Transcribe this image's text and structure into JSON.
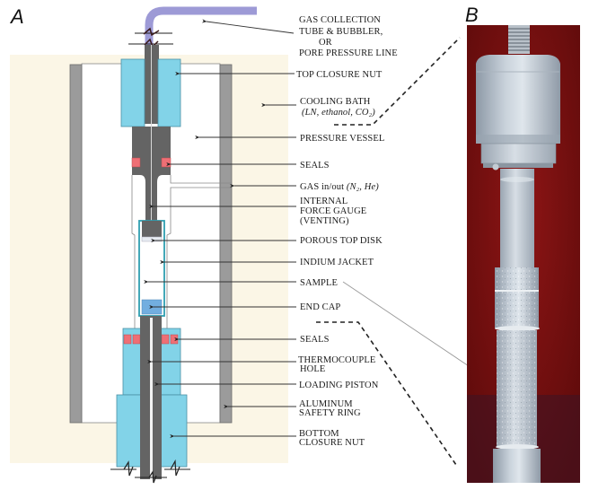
{
  "figure": {
    "panel_a_label": "A",
    "panel_b_label": "B",
    "colors": {
      "cooling_bath": "#fbf6e6",
      "closure_nut": "#82d3e8",
      "steel": "#646464",
      "safety_ring": "#9b9b9b",
      "seal": "#ef6f75",
      "end_cap": "#72aee0",
      "gas_tube": "#9d9ad6",
      "photo_background": "#7a1010"
    },
    "labels": [
      {
        "id": "gas-collection",
        "lines": [
          "GAS COLLECTION",
          "TUBE & BUBBLER,",
          "OR",
          "PORE PRESSURE LINE"
        ]
      },
      {
        "id": "top-closure-nut",
        "lines": [
          "TOP CLOSURE NUT"
        ]
      },
      {
        "id": "cooling-bath",
        "lines": [
          "COOLING BATH"
        ],
        "sub": "(LN, ethanol, CO₂)"
      },
      {
        "id": "pressure-vessel",
        "lines": [
          "PRESSURE VESSEL"
        ]
      },
      {
        "id": "seals-top",
        "lines": [
          "SEALS"
        ]
      },
      {
        "id": "gas-in-out",
        "lines": [
          "GAS in/out "
        ],
        "sub": "(N₂, He)"
      },
      {
        "id": "internal-force-gauge",
        "lines": [
          "INTERNAL",
          "FORCE GAUGE",
          "(VENTING)"
        ]
      },
      {
        "id": "porous-top-disk",
        "lines": [
          "POROUS TOP DISK"
        ]
      },
      {
        "id": "indium-jacket",
        "lines": [
          "INDIUM JACKET"
        ]
      },
      {
        "id": "sample",
        "lines": [
          "SAMPLE"
        ]
      },
      {
        "id": "end-cap",
        "lines": [
          "END CAP"
        ]
      },
      {
        "id": "seals-bottom",
        "lines": [
          "SEALS"
        ]
      },
      {
        "id": "thermocouple-hole",
        "lines": [
          "THERMOCOUPLE",
          "HOLE"
        ]
      },
      {
        "id": "loading-piston",
        "lines": [
          "LOADING PISTON"
        ]
      },
      {
        "id": "aluminum-safety-ring",
        "lines": [
          "ALUMINUM",
          "SAFETY RING"
        ]
      },
      {
        "id": "bottom-closure-nut",
        "lines": [
          "BOTTOM",
          "CLOSURE NUT"
        ]
      }
    ]
  }
}
